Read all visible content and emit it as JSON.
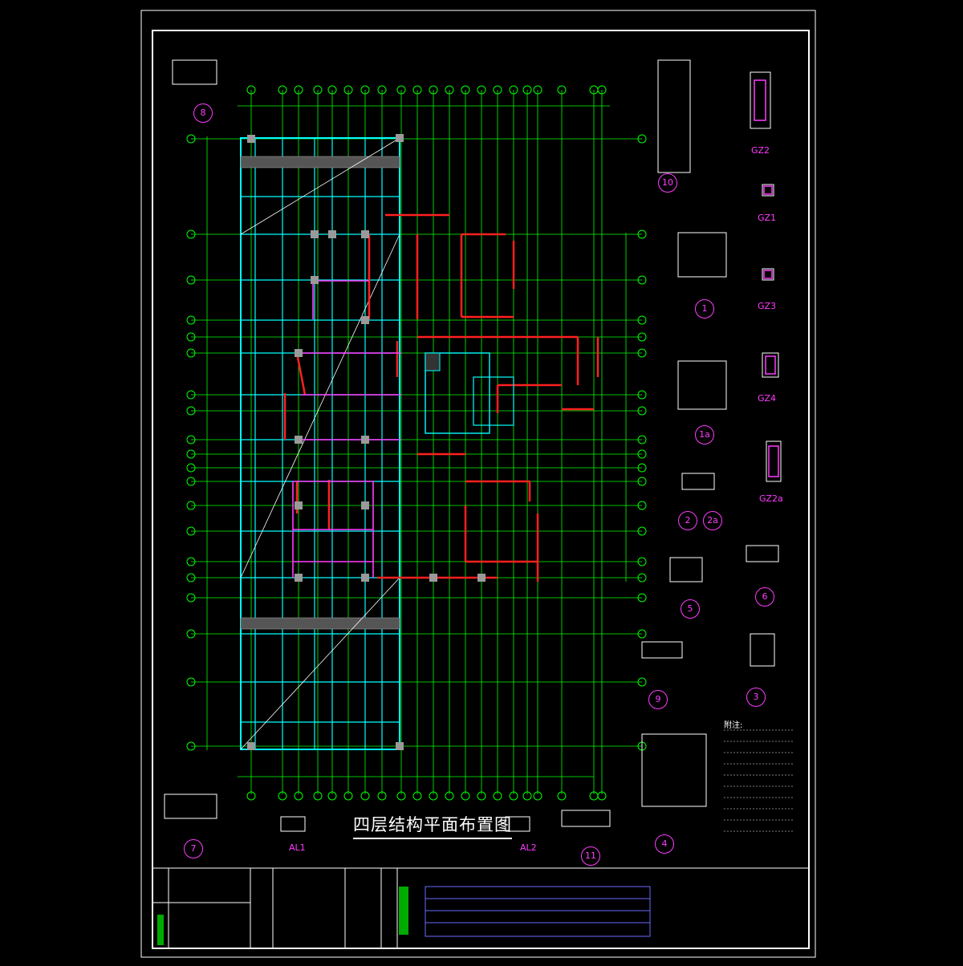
{
  "drawing": {
    "title": "四层结构平面布置图",
    "notes_heading": "附注:"
  },
  "colors": {
    "background": "#000000",
    "frame": "#ffffff",
    "grid": "#00ff00",
    "axis_bubble": "#00ff00",
    "beam_cyan": "#00ffff",
    "wall_red": "#ff2020",
    "label_magenta": "#ff3cff",
    "text_white": "#ffffff",
    "column_gray": "#9a9a9a"
  },
  "details": {
    "section_labels": [
      "GZ2",
      "GZ1",
      "GZ3",
      "GZ4",
      "GZ2a",
      "AL1",
      "AL2"
    ],
    "circle_labels": [
      "8",
      "10",
      "1",
      "1a",
      "2",
      "2a",
      "5",
      "6",
      "9",
      "3",
      "4",
      "7",
      "11"
    ]
  }
}
